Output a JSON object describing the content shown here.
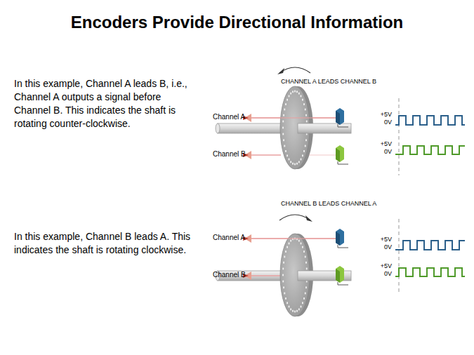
{
  "diagram": {
    "title": "Encoders Provide Directional Information",
    "labels": [
      "In this example, Channel A leads B, i.e., Channel A outputs a signal before Channel B. This indicates the shaft is rotating counter-clockwise.",
      "CHANNEL A LEADS CHANNEL B",
      "Channel A",
      "Channel B",
      "+5V",
      "0V",
      "+5V",
      "0V",
      "In this example, Channel B leads A. This indicates the shaft is rotating clockwise.",
      "CHANNEL B LEADS CHANNEL A",
      "Channel A",
      "Channel B",
      "+5V",
      "0V",
      "+5V",
      "0V"
    ]
  }
}
